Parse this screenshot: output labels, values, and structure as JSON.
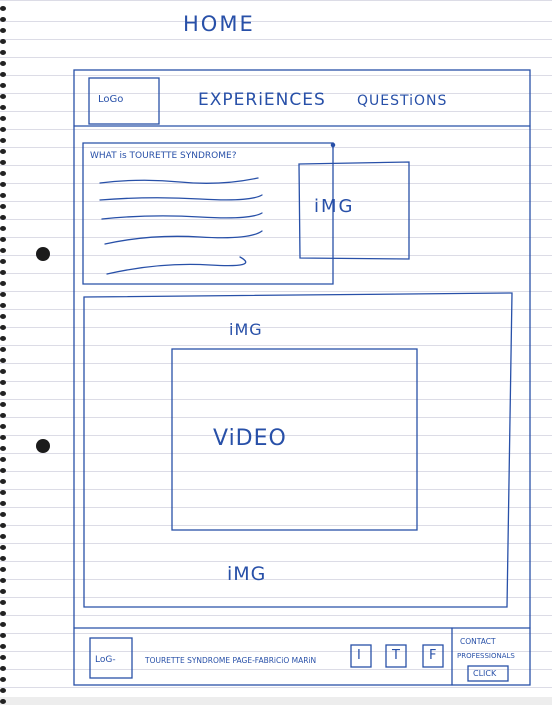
{
  "page": {
    "title": "HOME"
  },
  "header": {
    "logo": "LoGo",
    "nav": [
      "EXPERiENCES",
      "QUESTiONS"
    ]
  },
  "intro": {
    "heading": "WHAT is TOURETTE SYNDROME?",
    "image_label": "iMG"
  },
  "media": {
    "image_top_label": "iMG",
    "video_label": "ViDEO",
    "image_bottom_label": "iMG"
  },
  "footer": {
    "logo": "LoG-",
    "caption": "TOURETTE SYNDROME PAGE-FABRiCiO MARiN",
    "social": [
      "I",
      "T",
      "F"
    ],
    "contact_line1": "CONTACT",
    "contact_line2": "PROFESSIONALS",
    "click_label": "CLICK"
  },
  "colors": {
    "ink": "#2850a8",
    "rule": "#dcdce6"
  }
}
